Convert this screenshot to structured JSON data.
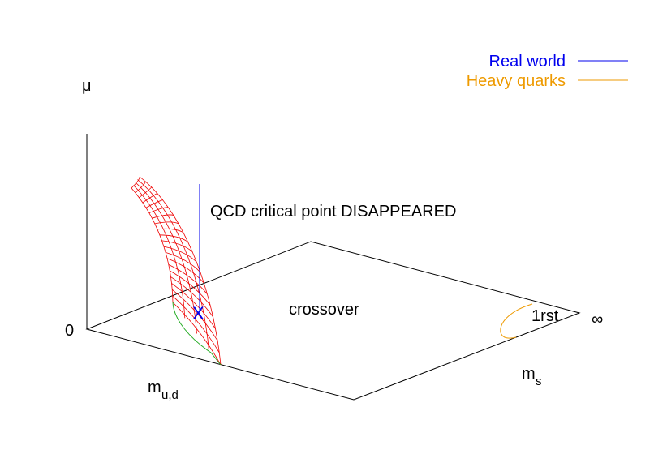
{
  "legend": {
    "real_world": {
      "label": "Real world",
      "color": "#0000ee"
    },
    "heavy_quarks": {
      "label": "Heavy quarks",
      "color": "#ee9a00"
    }
  },
  "axes": {
    "mu": "μ",
    "zero": "0",
    "mud_base": "m",
    "mud_sub": "u,d",
    "ms_base": "m",
    "ms_sub": "s",
    "infinity": "∞"
  },
  "annotations": {
    "critical_point": "QCD critical point DISAPPEARED",
    "crossover": "crossover",
    "first_order": "1rst",
    "marker": "X"
  },
  "colors": {
    "surface": "#ee0000",
    "boundary": "#22aa22",
    "axes": "#000000"
  }
}
